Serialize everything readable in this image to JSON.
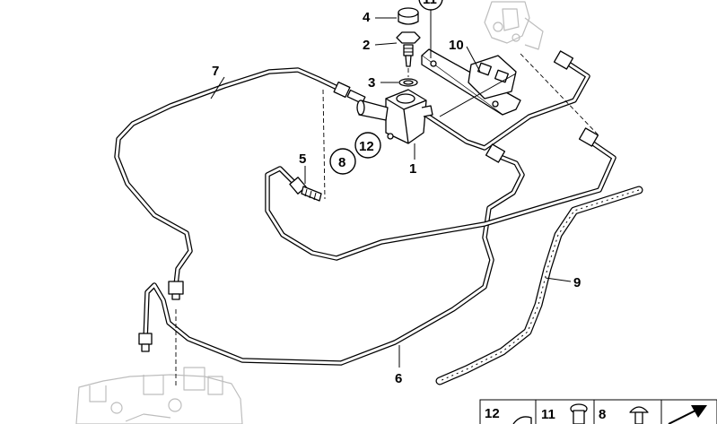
{
  "callouts": {
    "c1": "1",
    "c2": "2",
    "c3": "3",
    "c4": "4",
    "c5": "5",
    "c6": "6",
    "c7": "7",
    "c8": "8",
    "c9": "9",
    "c10": "10",
    "c11": "11",
    "c12": "12"
  },
  "legend": {
    "item_a": "12",
    "item_b": "11",
    "item_c": "8"
  }
}
